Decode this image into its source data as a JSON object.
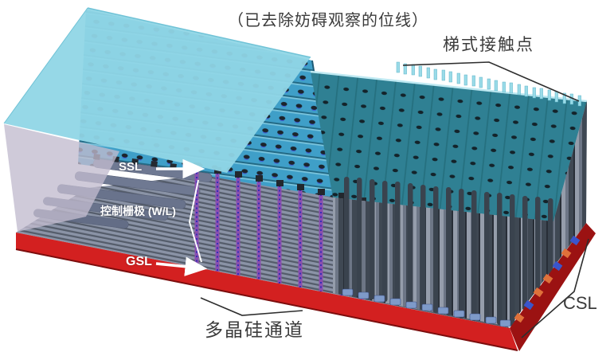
{
  "figure": {
    "note": "（已去除妨碍观察的位线）",
    "labels": {
      "staircase_contact": "梯式接触点",
      "ssl": "SSL",
      "control_gate": "控制栅极 (W/L)",
      "gsl": "GSL",
      "poly_channel": "多晶硅通道",
      "csl": "CSL"
    },
    "colors": {
      "encapsulation_top": "#90d6e6",
      "encapsulation_side": "#c2bbce",
      "bitline_select_bars": "#3f9fc8",
      "staircase_plane": "#2f8093",
      "staircase_pillars": "#9adbe8",
      "wordline_light": "#8a93a6",
      "wordline_dark": "#555d6b",
      "channel_purple": "#8a4fb0",
      "substrate_red": "#d32020",
      "substrate_side_red": "#9b1212",
      "contact_orange": "#e0713a",
      "contact_blue": "#3a55cc",
      "pillar_dark": "#3a434e",
      "pillar_light": "#959dab",
      "label_dark": "#3b3b3b",
      "label_light": "#ffffff",
      "callout_line": "#2e2e2e"
    }
  }
}
